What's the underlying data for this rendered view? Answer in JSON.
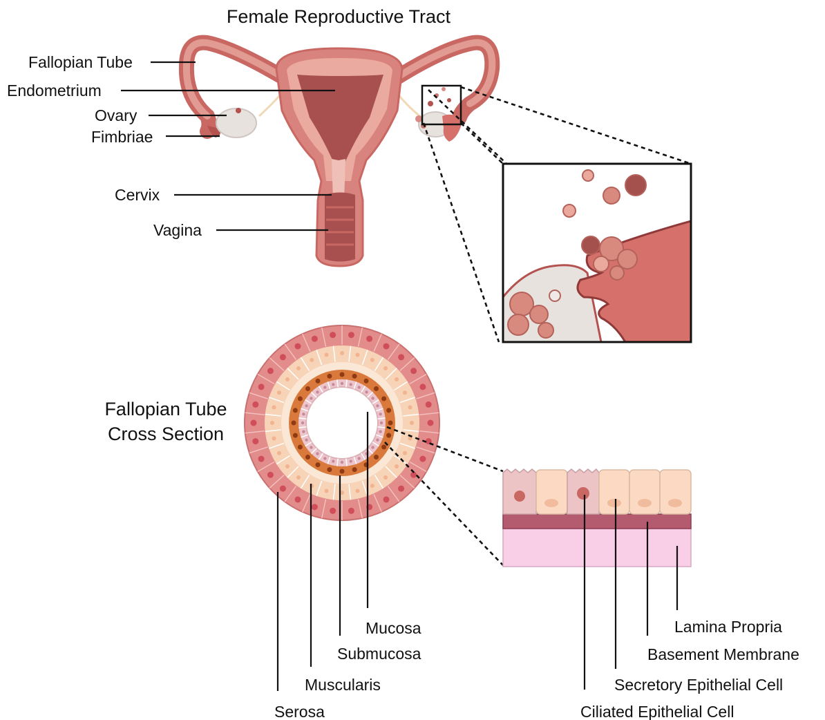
{
  "title": "Female Reproductive Tract",
  "tract_labels": {
    "fallopian_tube": "Fallopian Tube",
    "endometrium": "Endometrium",
    "ovary": "Ovary",
    "fimbriae": "Fimbriae",
    "cervix": "Cervix",
    "vagina": "Vagina"
  },
  "cross_section": {
    "title_line1": "Fallopian Tube",
    "title_line2": "Cross Section",
    "layers": {
      "mucosa": "Mucosa",
      "submucosa": "Submucosa",
      "muscularis": "Muscularis",
      "serosa": "Serosa"
    }
  },
  "epithelium_labels": {
    "lamina_propria": "Lamina Propria",
    "basement_membrane": "Basement Membrane",
    "secretory_cell": "Secretory Epithelial Cell",
    "ciliated_cell": "Ciliated Epithelial Cell"
  },
  "colors": {
    "uterus_outer": "#d9837f",
    "uterus_dark": "#a8504f",
    "endometrium": "#b5605d",
    "ovary": "#e8e2df",
    "serosa": "#e08a8a",
    "muscularis": "#f7d3b8",
    "submucosa": "#d97a3c",
    "mucosa": "#ecc6cc",
    "cell_peach": "#fbd9c2",
    "cell_pink": "#ecc4c6",
    "basement": "#b45b6f",
    "lamina": "#f8cfe6"
  }
}
